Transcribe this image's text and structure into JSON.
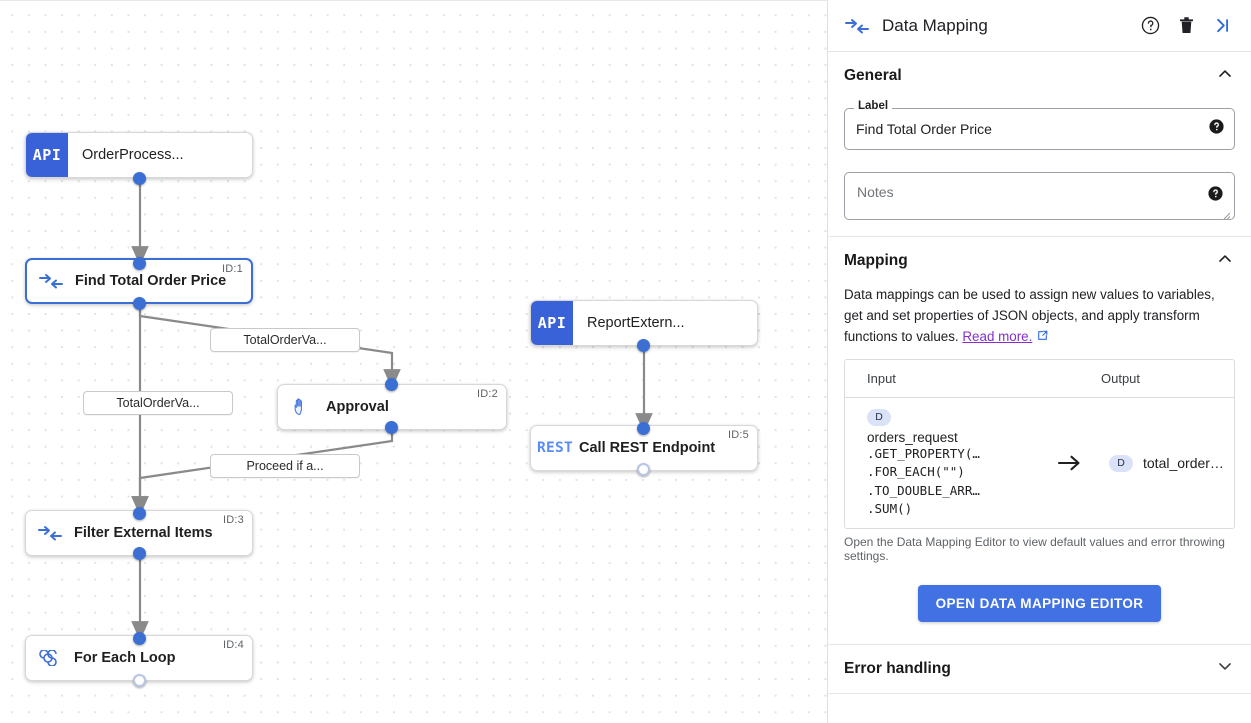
{
  "canvas": {
    "nodes": [
      {
        "id": "n-orderprocess",
        "title": "OrderProcess...",
        "icon_label": "API",
        "icon": "api-tile-icon",
        "badge": ""
      },
      {
        "id": "n-find-total",
        "title": "Find Total Order Price",
        "icon_label": "",
        "icon": "data-mapping-icon",
        "badge": "ID:1"
      },
      {
        "id": "n-approval",
        "title": "Approval",
        "icon_label": "",
        "icon": "hand-icon",
        "badge": "ID:2"
      },
      {
        "id": "n-filter",
        "title": "Filter External Items",
        "icon_label": "",
        "icon": "data-mapping-icon",
        "badge": "ID:3"
      },
      {
        "id": "n-foreach",
        "title": "For Each Loop",
        "icon_label": "",
        "icon": "loop-icon",
        "badge": "ID:4"
      },
      {
        "id": "n-reportextern",
        "title": "ReportExtern...",
        "icon_label": "API",
        "icon": "api-tile-icon",
        "badge": ""
      },
      {
        "id": "n-callrest",
        "title": "Call REST Endpoint",
        "icon_label": "REST",
        "icon": "rest-tile-icon",
        "badge": "ID:5"
      }
    ],
    "edge_labels": [
      {
        "id": "el-1",
        "text": "TotalOrderVa..."
      },
      {
        "id": "el-2",
        "text": "TotalOrderVa..."
      },
      {
        "id": "el-3",
        "text": "Proceed if a..."
      }
    ]
  },
  "panel": {
    "header": {
      "icon": "data-mapping-icon",
      "title": "Data Mapping",
      "help_icon": "help-circle-icon",
      "delete_icon": "trash-icon",
      "collapse_icon": "collapse-panel-right-icon"
    },
    "general": {
      "title": "General",
      "collapse_icon": "chevron-up-icon",
      "label_legend": "Label",
      "label_value": "Find Total Order Price",
      "notes_placeholder": "Notes",
      "help_icon": "help-filled-icon"
    },
    "mapping": {
      "title": "Mapping",
      "collapse_icon": "chevron-up-icon",
      "description": "Data mappings can be used to assign new values to variables, get and set properties of JSON objects, and apply transform functions to values.",
      "read_more": "Read more.",
      "external_link_icon": "external-link-icon",
      "table": {
        "columns": [
          "Input",
          "Output"
        ],
        "rows": [
          {
            "input_badge": "D",
            "input_name": "orders_request",
            "input_chain": [
              ".GET_PROPERTY(…",
              ".FOR_EACH(\"\")",
              ".TO_DOUBLE_ARR…",
              ".SUM()"
            ],
            "arrow_icon": "arrow-right-icon",
            "output_badge": "D",
            "output_name": "total_order…"
          }
        ]
      },
      "hint": "Open the Data Mapping Editor to view default values and error throwing settings.",
      "open_editor_button": "OPEN DATA MAPPING EDITOR"
    },
    "error_handling": {
      "title": "Error handling",
      "expand_icon": "chevron-down-icon"
    }
  },
  "colors": {
    "accent_blue": "#3b6fd4",
    "button_blue": "#4171e2",
    "api_tile": "#3a62d8",
    "rest_text": "#5b8cf5",
    "link_purple": "#8430ce",
    "edge_gray": "#7a7a7a"
  }
}
